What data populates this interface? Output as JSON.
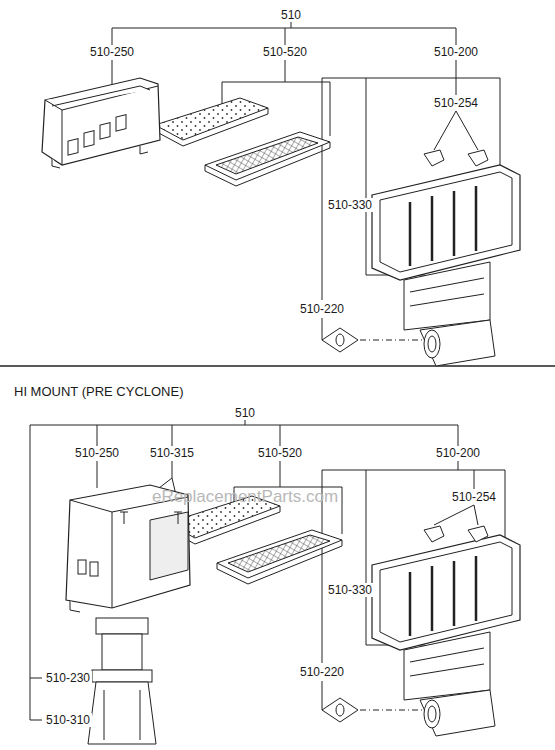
{
  "diagram": {
    "labels": [
      "510",
      "510-250",
      "510-520",
      "510-200",
      "510-254",
      "510-330",
      "510-220",
      "HI MOUNT (PRE CYCLONE)",
      "510",
      "510-250",
      "510-315",
      "510-520",
      "510-200",
      "eReplacementParts.com",
      "510-254",
      "510-330",
      "510-230",
      "510-220",
      "510-310"
    ]
  }
}
